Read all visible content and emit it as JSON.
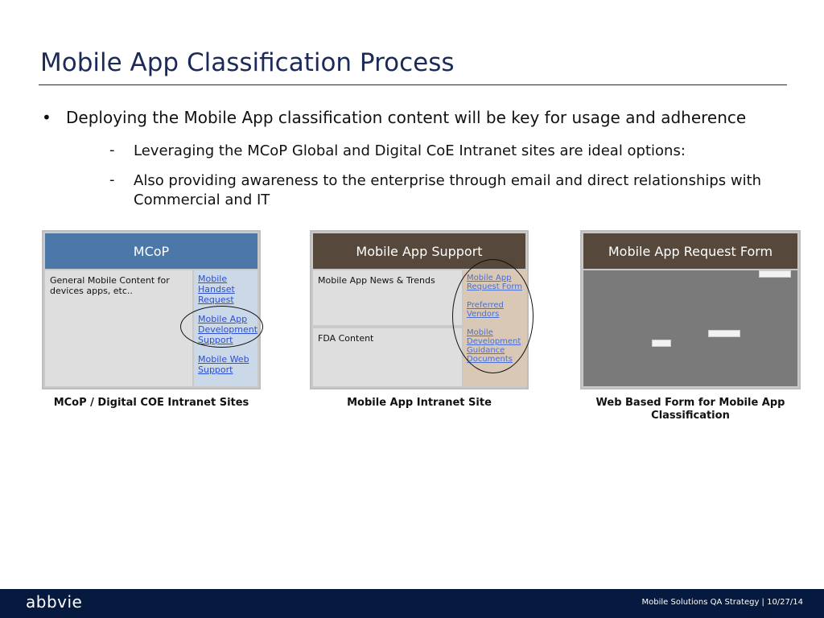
{
  "slide": {
    "title": "Mobile App Classification Process",
    "bullet_symbol": "•",
    "bullet": "Deploying the Mobile App classification content will be key for usage and adherence",
    "sub_symbol": "-",
    "sub_bullets": [
      "Leveraging the MCoP Global and Digital CoE Intranet sites are ideal options:",
      "Also providing awareness to the enterprise through email and direct relationships with Commercial and IT"
    ]
  },
  "panels": {
    "mcop": {
      "header": "MCoP",
      "main_text": "General Mobile Content for devices apps, etc..",
      "links": [
        "Mobile Handset Request",
        "Mobile App Development Support",
        "Mobile Web Support"
      ],
      "caption": "MCoP / Digital COE Intranet Sites"
    },
    "support": {
      "header": "Mobile App Support",
      "top_text": "Mobile App News & Trends",
      "bottom_text": "FDA Content",
      "links": [
        "Mobile App Request Form",
        "Preferred Vendors",
        "Mobile Development Guidance Documents"
      ],
      "caption": "Mobile App Intranet Site"
    },
    "form": {
      "header": "Mobile App  Request Form",
      "caption": "Web Based Form for Mobile App Classification"
    }
  },
  "footer": {
    "logo": "abbvie",
    "text": "Mobile Solutions QA Strategy | 10/27/14"
  },
  "colors": {
    "title": "#1c2a5a",
    "mcop_header": "#4b78a8",
    "support_header": "#56483a",
    "footer_bg": "#061a40",
    "link": "#2d4fd1"
  }
}
